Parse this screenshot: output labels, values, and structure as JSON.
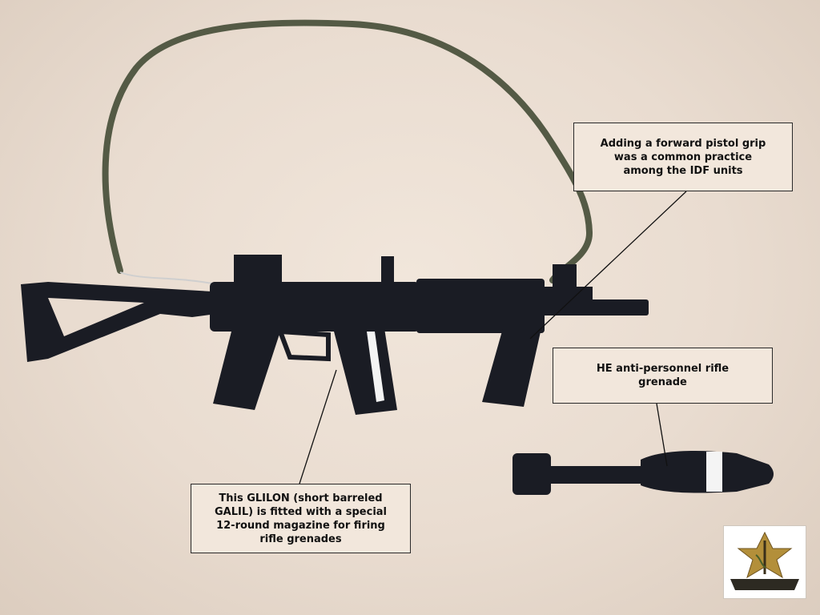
{
  "callouts": {
    "forward_grip": "Adding a forward pistol grip\nwas a common practice\namong the IDF units",
    "rifle_grenade": "HE anti-personnel rifle\ngrenade",
    "magazine": "This GLILON (short barreled\nGALIL) is fitted with a special\n12-round magazine for firing\nrifle grenades"
  },
  "objects": {
    "rifle": "black toy GLILON rifle with folding stock, forward pistol grip and sling",
    "grenade": "black rifle grenade with white band",
    "emblem": "IDF emblem"
  },
  "colors": {
    "background": "#ece0d4",
    "weapon": "#1a1c24",
    "sling": "#545a45",
    "callout_fill": "#f2e7dc",
    "emblem_gold": "#b38f3a"
  }
}
